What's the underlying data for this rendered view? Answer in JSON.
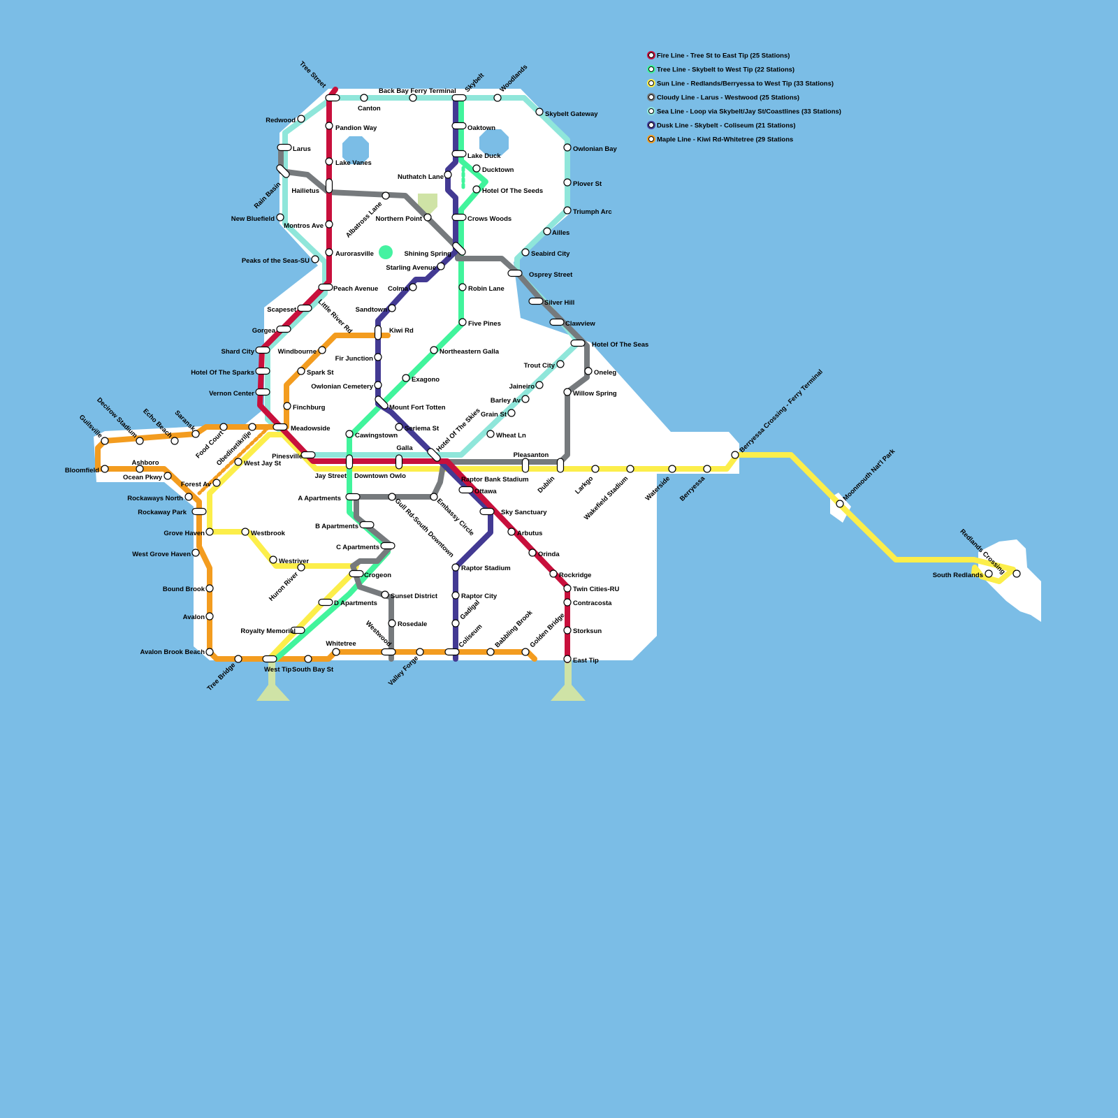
{
  "colors": {
    "water": "#7bbde6",
    "land": "#ffffff",
    "park": "#cfe3a6",
    "pool": "#45f2a1",
    "fire": "#c8103c",
    "tree": "#41f49c",
    "sun": "#fcee4a",
    "cloudy": "#767a7d",
    "sea": "#8fe6da",
    "dusk": "#433a93",
    "maple": "#f39c1f"
  },
  "legend": [
    {
      "key": "fire",
      "label": "Fire Line - Tree St to East Tip (25 Stations)"
    },
    {
      "key": "tree",
      "label": "Tree Line - Skybelt to West Tip (22 Stations)"
    },
    {
      "key": "sun",
      "label": "Sun Line - Redlands/Berryessa to West Tip (33 Stations)"
    },
    {
      "key": "cloudy",
      "label": "Cloudy Line - Larus - Westwood (25 Stations)"
    },
    {
      "key": "sea",
      "label": "Sea Line - Loop via Skybelt/Jay St/Coastlines (33 Stations)"
    },
    {
      "key": "dusk",
      "label": "Dusk Line - Skybelt - Coliseum (21 Stations)"
    },
    {
      "key": "maple",
      "label": "Maple Line - Kiwi Rd-Whitetree (29 Stations"
    }
  ],
  "stations": {
    "tree_street": "Tree Street",
    "canton": "Canton",
    "back_bay": "Back Bay Ferry Terminal",
    "skybelt": "Skybelt",
    "woodlands": "Woodlands",
    "skybelt_gateway": "Skybelt Gateway",
    "redwood": "Redwood",
    "pandion_way": "Pandion Way",
    "oaktown": "Oaktown",
    "larus": "Larus",
    "lake_vanes": "Lake Vanes",
    "lake_duck": "Lake Duck",
    "owlonian_bay": "Owlonian Bay",
    "nuthatch_lane": "Nuthatch Lane",
    "ducktown": "Ducktown",
    "rain_basin": "Rain Basin",
    "hailietus": "Hailietus",
    "hotel_of_the_seeds": "Hotel Of The Seeds",
    "plover_st": "Plover St",
    "albatross_lane": "Albatross Lane",
    "northern_point": "Northern Point",
    "crows_woods": "Crows Woods",
    "triumph_arc": "Triumph Arc",
    "new_bluefield": "New Bluefield",
    "montros_ave": "Montros Ave",
    "ailles": "Ailles",
    "aurorasville": "Aurorasville",
    "shining_spring": "Shining Spring",
    "seabird_city": "Seabird City",
    "peaks_of_the_seas": "Peaks of the Seas-SU",
    "starling_avenue": "Starling Avenue",
    "osprey_street": "Osprey Street",
    "peach_avenue": "Peach Avenue",
    "colma": "Colma",
    "robin_lane": "Robin Lane",
    "silver_hill": "Silver Hill",
    "scapeset": "Scapeset",
    "little_river_rd": "Little River Rd",
    "sandtown": "Sandtown",
    "five_pines": "Five Pines",
    "clawview": "Clawview",
    "gorgea": "Gorgea",
    "kiwi_rd": "Kiwi Rd",
    "hotel_of_the_seas": "Hotel Of The Seas",
    "shard_city": "Shard City",
    "windbourne": "Windbourne",
    "fir_junction": "Fir Junction",
    "northeastern_galla": "Northeastern Galla",
    "trout_city": "Trout City",
    "hotel_of_the_sparks": "Hotel Of The Sparks",
    "spark_st": "Spark St",
    "oneleg": "Oneleg",
    "exagono": "Exagono",
    "owlonian_cemetery": "Owlonian Cemetery",
    "jaineiro": "Jaineiro",
    "vernon_center": "Vernon Center",
    "willow_spring": "Willow Spring",
    "barley_av": "Barley Av",
    "finchburg": "Finchburg",
    "mount_fort_totten": "Mount Fort Totten",
    "grain_st": "Grain St",
    "decirow_stadium": "Decirow Stadium",
    "echo_beach": "Echo Beach",
    "saransk": "Saransk",
    "guilsville": "Guilsville",
    "food_court": "Food Court",
    "obedinetikrilje": "Obedinetikrilje",
    "meadowside": "Meadowside",
    "seriema_st": "Seriema St",
    "hotel_of_the_skies": "Hotel Of The Skies",
    "wheat_ln": "Wheat Ln",
    "cawingstown": "Cawingstown",
    "pinesville": "Pinesville",
    "galla": "Galla",
    "pleasanton": "Pleasanton",
    "ashboro": "Ashboro",
    "west_jay_st": "West Jay St",
    "bloomfield": "Bloomfield",
    "ocean_pkwy": "Ocean Pkwy",
    "forest_av": "Forest Av",
    "jay_street": "Jay Street",
    "downtown_owlo": "Downtown Owlo",
    "raptor_bank_stadium": "Raptor Bank Stadium",
    "dublin": "Dublin",
    "larkgo": "Larkgo",
    "wakefield_stadium": "Wakefield Stadium",
    "waterside": "Waterside",
    "berryessa": "Berryessa",
    "berryessa_crossing": "Berryessa Crossing - Ferry Terminal",
    "rockaways_north": "Rockaways North",
    "a_apartments": "A Apartments",
    "gull_rd": "Gull Rd-South Downtown",
    "embassy_circle": "Embassy Circle",
    "ottawa": "Ottawa",
    "moonmouth": "Moonmouth Nat'l Park",
    "rockaway_park": "Rockaway Park",
    "sky_sanctuary": "Sky Sanctuary",
    "b_apartments": "B Apartments",
    "grove_haven": "Grove Haven",
    "westbrook": "Westbrook",
    "arbutus": "Arbutus",
    "c_apartments": "C Apartments",
    "west_grove_haven": "West Grove Haven",
    "westriver": "Westriver",
    "orinda": "Orinda",
    "redlands_crossing": "Redlands Crossing",
    "raptor_stadium": "Raptor Stadium",
    "huron_river": "Huron River",
    "crogeon": "Crogeon",
    "rockridge": "Rockridge",
    "south_redlands": "South Redlands",
    "bound_brook": "Bound Brook",
    "twin_cities": "Twin Cities-RU",
    "sunset_district": "Sunset District",
    "raptor_city": "Raptor City",
    "d_apartments": "D Apartments",
    "contracosta": "Contracosta",
    "avalon": "Avalon",
    "gadigal": "Gadigal",
    "rosedale": "Rosedale",
    "royalty_memorial": "Royalty Memorial",
    "westwood": "Westwood",
    "storksun": "Storksun",
    "babbling_brook": "Babbling Brook",
    "golden_bridge": "Golden Bridge",
    "coliseum": "Coliseum",
    "whitetree": "Whitetree",
    "avalon_brook_beach": "Avalon Brook Beach",
    "valley_forge": "Valley Forge",
    "east_tip": "East Tip",
    "tree_bridge": "Tree Bridge",
    "west_tip": "West Tip",
    "south_bay_st": "South Bay St"
  }
}
